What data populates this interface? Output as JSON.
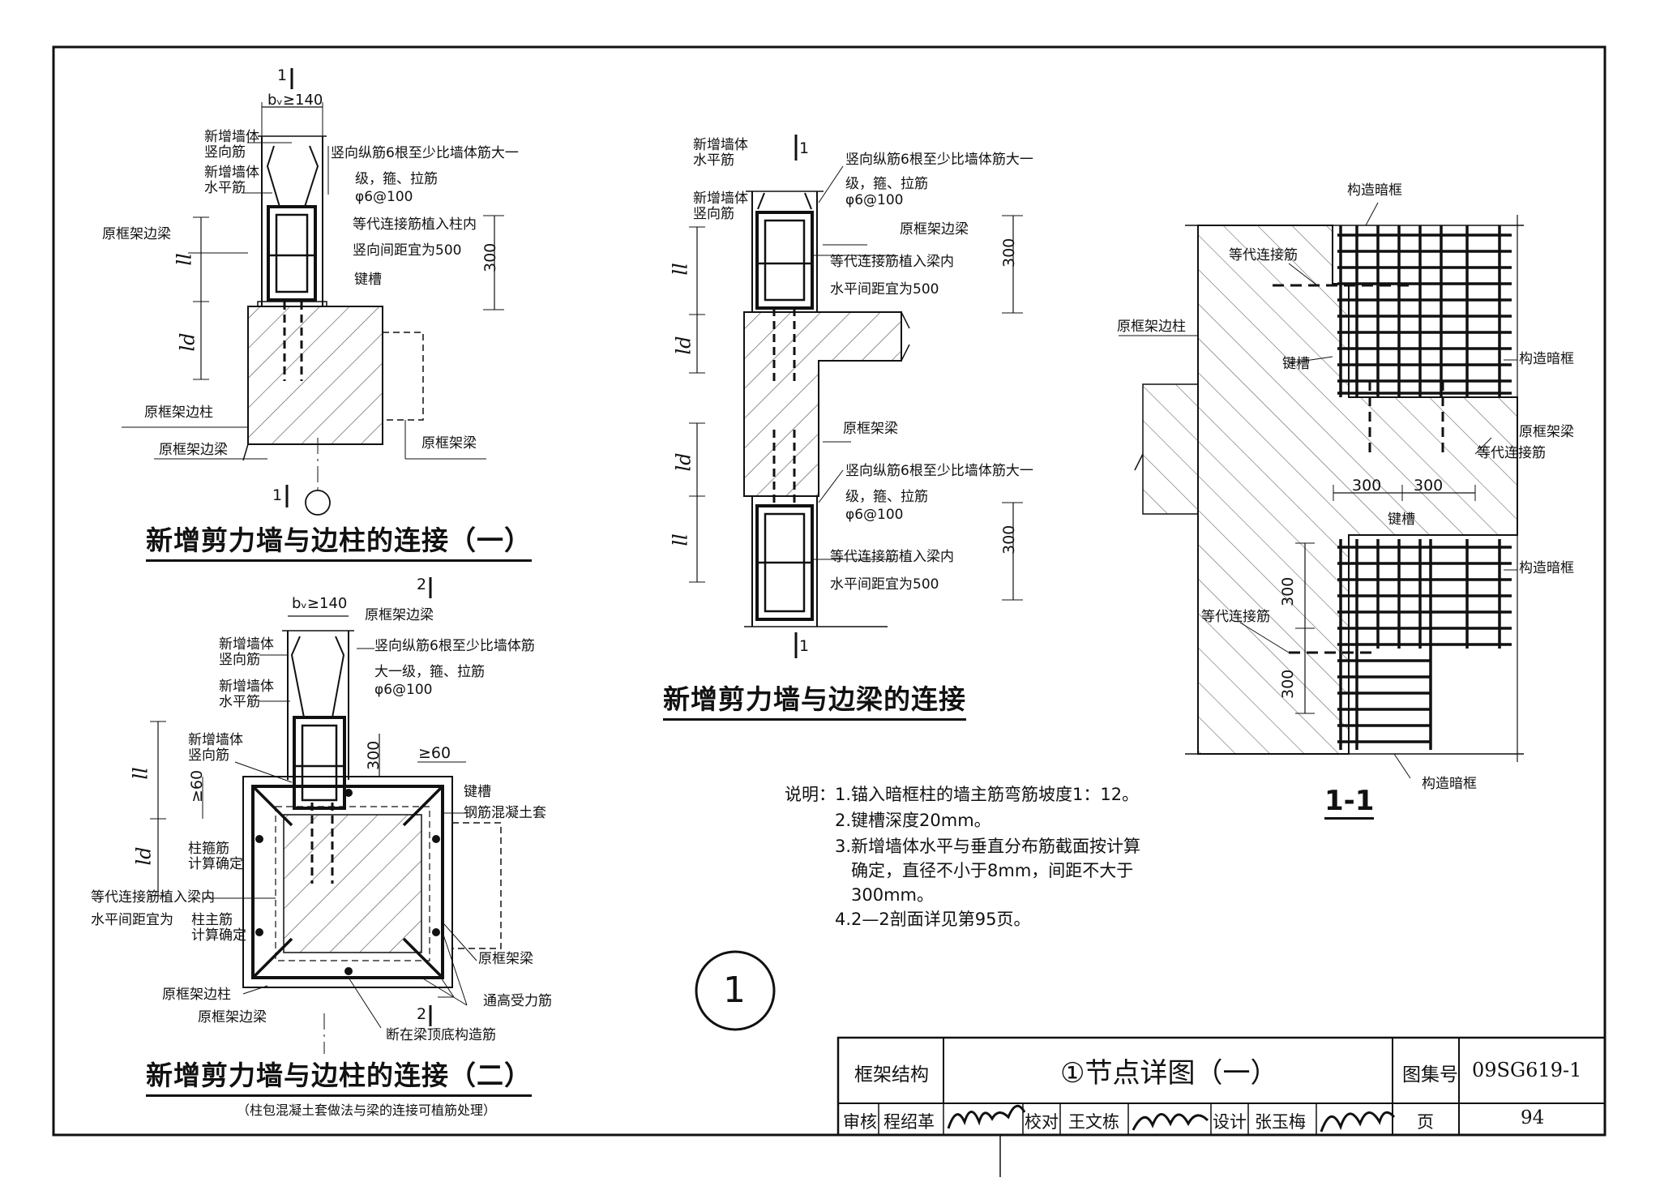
{
  "diagram1": {
    "title": "新增剪力墙与边柱的连接（一）",
    "section_mark": "1",
    "dim_bw": "bᵥ≥140",
    "dim_300": "300",
    "ll": "ll",
    "ld": "ld",
    "labels": {
      "new_wall_vertical": "新增墙体\n竖向筋",
      "new_wall_horizontal": "新增墙体\n水平筋",
      "vertical_bars": "竖向纵筋6根至少比墙体筋大一",
      "stirrups": "级，箍、拉筋",
      "phi": "φ6@100",
      "equiv_into_col": "等代连接筋植入柱内",
      "vertical_spacing": "竖向间距宜为500",
      "key_slot": "键槽",
      "orig_edge_beam_top": "原框架边梁",
      "orig_edge_col": "原框架边柱",
      "orig_edge_beam": "原框架边梁",
      "orig_beam": "原框架梁"
    }
  },
  "diagram2": {
    "title": "新增剪力墙与边梁的连接",
    "section_mark": "1",
    "dim_300a": "300",
    "dim_300b": "300",
    "ll": "ll",
    "ld": "ld",
    "labels": {
      "new_wall_horizontal": "新增墙体\n水平筋",
      "new_wall_vertical": "新增墙体\n竖向筋",
      "vertical_bars_a": "竖向纵筋6根至少比墙体筋大一",
      "stirrups_a": "级，箍、拉筋",
      "phi_a": "φ6@100",
      "orig_edge_beam": "原框架边梁",
      "equiv_into_beam_a": "等代连接筋植入梁内",
      "h_spacing_a": "水平间距宜为500",
      "orig_beam": "原框架梁",
      "vertical_bars_b": "竖向纵筋6根至少比墙体筋大一",
      "stirrups_b": "级，箍、拉筋",
      "phi_b": "φ6@100",
      "equiv_into_beam_b": "等代连接筋植入梁内",
      "h_spacing_b": "水平间距宜为500"
    }
  },
  "diagram3": {
    "title": "1-1",
    "dim_300_1": "300",
    "dim_300_2": "300",
    "dim_300_3": "300",
    "dim_300_4": "300",
    "labels": {
      "struct_frame_top": "构造暗框",
      "equiv_bar_top": "等代连接筋",
      "orig_edge_col": "原框架边柱",
      "key_slot_top": "键槽",
      "struct_frame_right": "构造暗框",
      "orig_beam": "原框架梁",
      "equiv_bar_right": "等代连接筋",
      "key_slot_mid": "键槽",
      "struct_frame_right2": "构造暗框",
      "equiv_bar_bottom": "等代连接筋",
      "struct_frame_bottom": "构造暗框"
    }
  },
  "diagram4": {
    "title": "新增剪力墙与边柱的连接（二）",
    "subtitle": "（柱包混凝土套做法与梁的连接可植筋处理）",
    "section_mark": "2",
    "dim_bw": "bᵥ≥140",
    "dim_300": "300",
    "dim_60a": "≥60",
    "dim_60b": "≥60",
    "ll": "ll",
    "ld": "ld",
    "labels": {
      "orig_edge_beam_top": "原框架边梁",
      "new_wall_vertical": "新增墙体\n竖向筋",
      "new_wall_horizontal": "新增墙体\n水平筋",
      "vertical_bars": "竖向纵筋6根至少比墙体筋",
      "stirrups": "大一级，箍、拉筋",
      "phi": "φ6@100",
      "new_wall_vertical2": "新增墙体\n竖向筋",
      "key_slot": "键槽",
      "rc_jacket": "钢筋混凝土套",
      "col_stirrup": "柱箍筋\n计算确定",
      "equiv_into_beam": "等代连接筋植入梁内",
      "h_spacing": "水平间距宜为",
      "col_main": "柱主筋\n计算确定",
      "orig_beam": "原框架梁",
      "orig_edge_col": "原框架边柱",
      "through_bars": "通高受力筋",
      "orig_edge_beam": "原框架边梁",
      "cut_note": "断在梁顶底构造筋"
    }
  },
  "notes": {
    "heading": "说明：",
    "items": [
      "1.锚入暗框柱的墙主筋弯筋坡度1：12。",
      "2.键槽深度20mm。",
      "3.新增墙体水平与垂直分布筋截面按计算",
      "确定，直径不小于8mm，间距不大于",
      "300mm。",
      "4.2—2剖面详见第95页。"
    ]
  },
  "detail_mark": "1",
  "title_block": {
    "category": "框架结构",
    "drawing_title": "①节点详图（一）",
    "atlas_label": "图集号",
    "atlas_no": "09SG619-1",
    "review_label": "审核",
    "reviewer": "程绍革",
    "check_label": "校对",
    "checker": "王文栋",
    "design_label": "设计",
    "designer": "张玉梅",
    "page_label": "页",
    "page_no": "94"
  }
}
